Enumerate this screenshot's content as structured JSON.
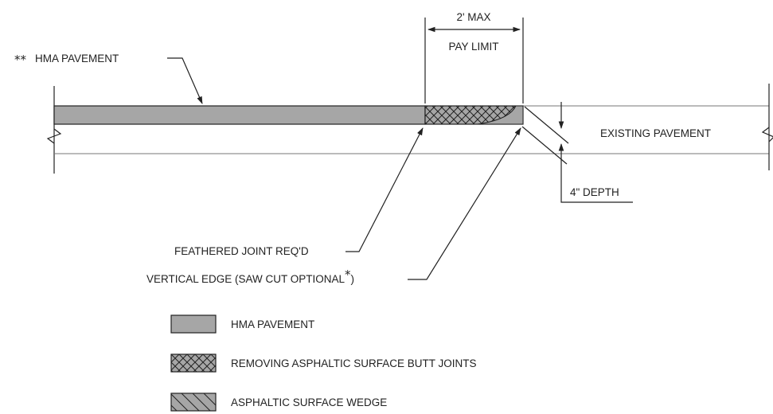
{
  "colors": {
    "hma_fill": "#a6a6a6",
    "line": "#222222",
    "existing_line": "#999999",
    "background": "#ffffff"
  },
  "labels": {
    "hma_pavement_callout_stars": "**",
    "hma_pavement_callout": "HMA PAVEMENT",
    "max_width": "2' MAX",
    "pay_limit": "PAY LIMIT",
    "existing_pavement": "EXISTING PAVEMENT",
    "depth": "4\" DEPTH",
    "feathered_joint": "FEATHERED JOINT REQ'D",
    "vertical_edge": "VERTICAL EDGE (SAW CUT OPTIONAL",
    "vertical_edge_star": "*",
    "vertical_edge_close": ")"
  },
  "legend": [
    {
      "pattern": "solid-gray",
      "label": "HMA PAVEMENT"
    },
    {
      "pattern": "crosshatch",
      "label": "REMOVING ASPHALTIC SURFACE BUTT JOINTS"
    },
    {
      "pattern": "diagonal-hatch",
      "label": "ASPHALTIC SURFACE WEDGE"
    }
  ]
}
